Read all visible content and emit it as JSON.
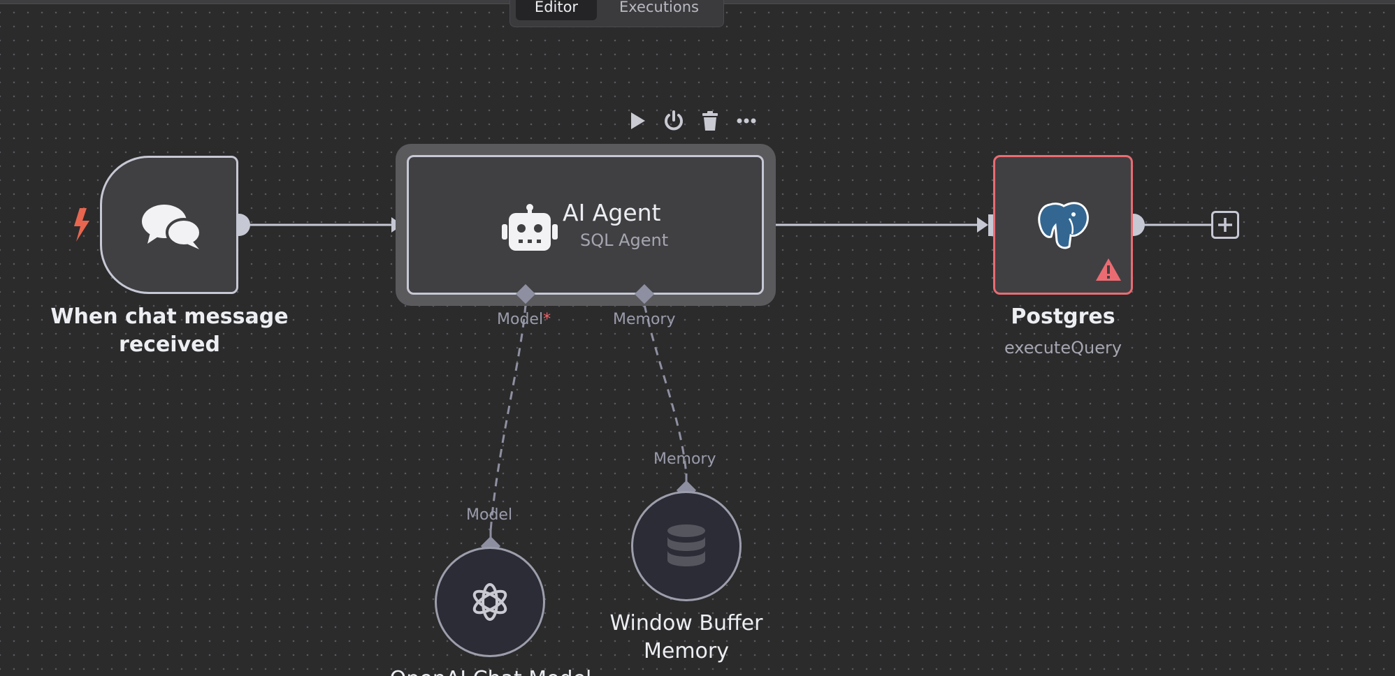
{
  "tabs": {
    "editor": "Editor",
    "executions": "Executions"
  },
  "nodes": {
    "trigger": {
      "name": "When chat message received",
      "icon": "chat-bubbles-icon",
      "badge_icon": "lightning-bolt-icon"
    },
    "agent": {
      "name": "AI Agent",
      "subtitle": "SQL Agent",
      "icon": "robot-icon",
      "ports": {
        "model": "Model",
        "required_marker": "*",
        "memory": "Memory"
      }
    },
    "postgres": {
      "name": "Postgres",
      "subtitle": "executeQuery",
      "icon": "postgres-elephant-icon",
      "warning_icon": "warning-triangle-icon"
    },
    "openai": {
      "name": "OpenAI Chat Model",
      "port_label": "Model",
      "icon": "openai-icon"
    },
    "memory": {
      "name": "Window Buffer Memory",
      "port_label": "Memory",
      "icon": "database-icon"
    }
  },
  "toolbar": {
    "icons": [
      "play-icon",
      "power-icon",
      "trash-icon",
      "ellipsis-icon"
    ]
  },
  "colors": {
    "canvas": "#2b2b2c",
    "node_fill": "#404043",
    "node_border": "#c6c8d4",
    "error": "#ea6c72",
    "trigger_bolt": "#e8664f",
    "edge": "#c6c8d4",
    "sub_edge": "#8e90a1"
  }
}
